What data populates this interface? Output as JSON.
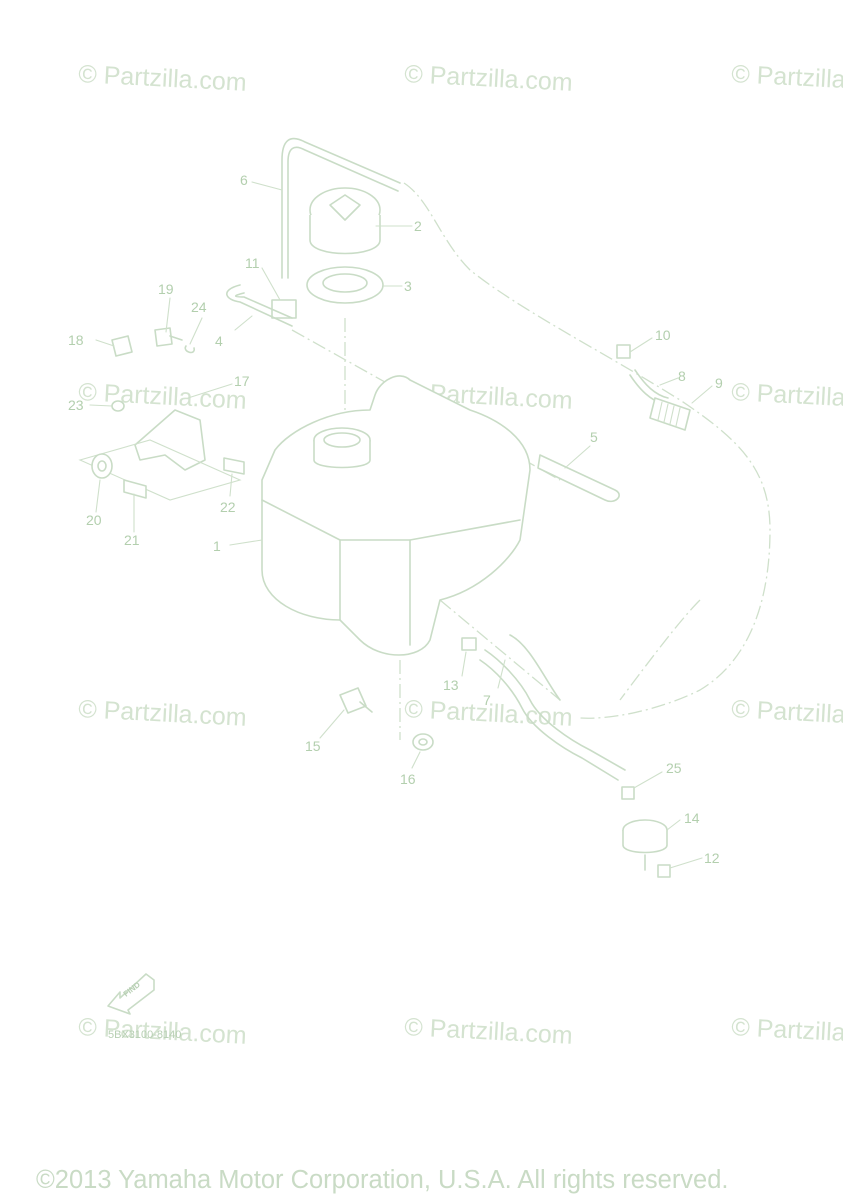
{
  "watermark": "© Partzilla.com",
  "callouts": {
    "p1": "1",
    "p2": "2",
    "p3": "3",
    "p4": "4",
    "p5": "5",
    "p6": "6",
    "p7": "7",
    "p8": "8",
    "p9": "9",
    "p10": "10",
    "p11": "11",
    "p12": "12",
    "p13": "13",
    "p14": "14",
    "p15": "15",
    "p16": "16",
    "p17": "17",
    "p18": "18",
    "p19": "19",
    "p20": "20",
    "p21": "21",
    "p22": "22",
    "p23": "23",
    "p24": "24",
    "p25": "25"
  },
  "find_label": "FIND",
  "diagram_code": "5BX3100-8140",
  "copyright": "©2013 Yamaha Motor Corporation, U.S.A. All rights reserved.",
  "colors": {
    "line": "#c9dcc6",
    "text": "#b3cfae",
    "watermark": "#d4e3d0"
  }
}
